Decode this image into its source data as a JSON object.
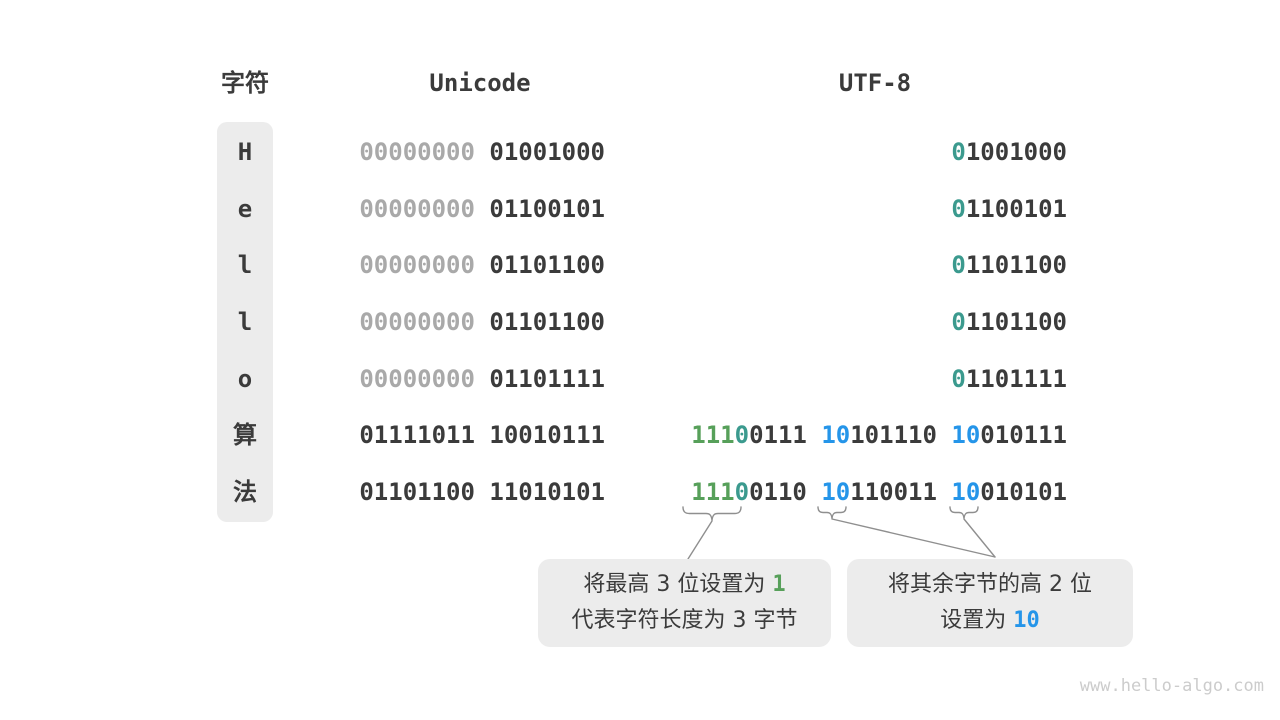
{
  "colors": {
    "green": "#57a05a",
    "teal": "#3b9a8e",
    "blue": "#2595e9",
    "dark": "#3b3b3b",
    "gray": "#a9a9a9",
    "box": "#ececec",
    "line": "#8f8f8f",
    "watermark": "#cccccc"
  },
  "headers": {
    "char": "字符",
    "unicode": "Unicode",
    "utf8": "UTF-8"
  },
  "rows": [
    {
      "char": "H",
      "unicode": [
        [
          "00000000",
          "gray"
        ],
        [
          " 01001000",
          "dark"
        ]
      ],
      "utf8": [
        [
          "0",
          "teal"
        ],
        [
          "1001000",
          "dark"
        ]
      ]
    },
    {
      "char": "e",
      "unicode": [
        [
          "00000000",
          "gray"
        ],
        [
          " 01100101",
          "dark"
        ]
      ],
      "utf8": [
        [
          "0",
          "teal"
        ],
        [
          "1100101",
          "dark"
        ]
      ]
    },
    {
      "char": "l",
      "unicode": [
        [
          "00000000",
          "gray"
        ],
        [
          " 01101100",
          "dark"
        ]
      ],
      "utf8": [
        [
          "0",
          "teal"
        ],
        [
          "1101100",
          "dark"
        ]
      ]
    },
    {
      "char": "l",
      "unicode": [
        [
          "00000000",
          "gray"
        ],
        [
          " 01101100",
          "dark"
        ]
      ],
      "utf8": [
        [
          "0",
          "teal"
        ],
        [
          "1101100",
          "dark"
        ]
      ]
    },
    {
      "char": "o",
      "unicode": [
        [
          "00000000",
          "gray"
        ],
        [
          " 01101111",
          "dark"
        ]
      ],
      "utf8": [
        [
          "0",
          "teal"
        ],
        [
          "1101111",
          "dark"
        ]
      ]
    },
    {
      "char": "算",
      "unicode": [
        [
          "01111011 10010111",
          "dark"
        ]
      ],
      "utf8": [
        [
          "111",
          "green"
        ],
        [
          "0",
          "teal"
        ],
        [
          "0111 ",
          "dark"
        ],
        [
          "10",
          "blue"
        ],
        [
          "101110 ",
          "dark"
        ],
        [
          "10",
          "blue"
        ],
        [
          "010111",
          "dark"
        ]
      ]
    },
    {
      "char": "法",
      "unicode": [
        [
          "01101100 11010101",
          "dark"
        ]
      ],
      "utf8": [
        [
          "111",
          "green"
        ],
        [
          "0",
          "teal"
        ],
        [
          "0110 ",
          "dark"
        ],
        [
          "10",
          "blue"
        ],
        [
          "110011 ",
          "dark"
        ],
        [
          "10",
          "blue"
        ],
        [
          "010101",
          "dark"
        ]
      ]
    }
  ],
  "callouts": {
    "leading": {
      "lines": [
        [
          [
            "将最高 3 位设置为 ",
            "plain"
          ],
          [
            "1",
            "green"
          ]
        ],
        [
          [
            "代表字符长度为 3 字节",
            "plain"
          ]
        ]
      ]
    },
    "continuation": {
      "lines": [
        [
          [
            "将其余字节的高 2 位",
            "plain"
          ]
        ],
        [
          [
            "设置为 ",
            "plain"
          ],
          [
            "10",
            "blue"
          ]
        ]
      ]
    }
  },
  "watermark": "www.hello-algo.com"
}
